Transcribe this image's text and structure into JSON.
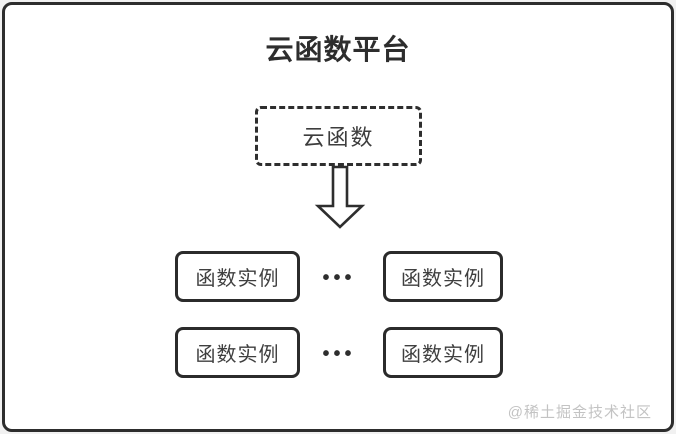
{
  "diagram": {
    "title": "云函数平台",
    "cloud_function_label": "云函数",
    "instances": [
      "函数实例",
      "函数实例",
      "函数实例",
      "函数实例"
    ],
    "ellipsis": "•••",
    "watermark": "@稀土掘金技术社区",
    "colors": {
      "border": "#2d2d2d",
      "text": "#3f3f3f",
      "watermark": "#c3c3c3",
      "background": "#ffffff"
    }
  }
}
